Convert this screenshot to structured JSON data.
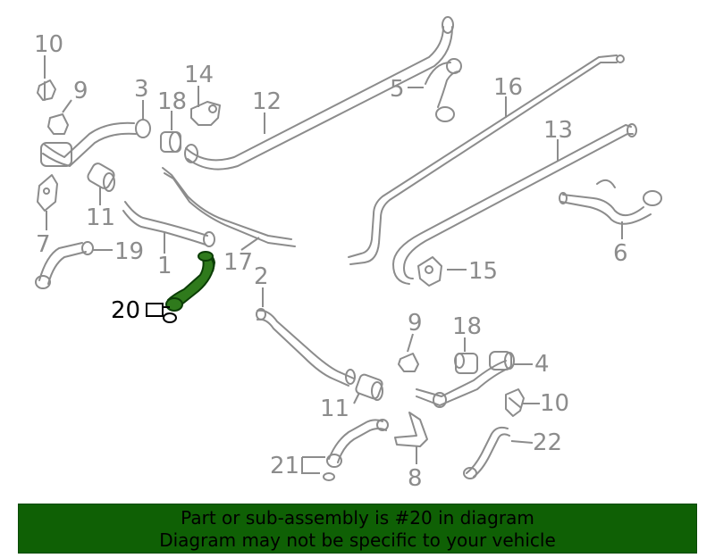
{
  "colors": {
    "part_stroke": "#8c8c8c",
    "highlight_fill": "#2f7a1c",
    "highlight_stroke": "#0b3d06",
    "banner_background": "#0f6005",
    "banner_text": "#000000"
  },
  "callouts": {
    "c10a": "10",
    "c9a": "9",
    "c3": "3",
    "c18a": "18",
    "c14": "14",
    "c12": "12",
    "c5": "5",
    "c16": "16",
    "c13": "13",
    "c11a": "11",
    "c7": "7",
    "c19": "19",
    "c1": "1",
    "c17": "17",
    "c6": "6",
    "c15": "15",
    "c20": "20",
    "c2": "2",
    "c9b": "9",
    "c18b": "18",
    "c4": "4",
    "c10b": "10",
    "c11b": "11",
    "c22": "22",
    "c21": "21",
    "c8": "8"
  },
  "highlighted_part": "20",
  "banner": {
    "line1": "Part or sub-assembly is #20 in diagram",
    "line2": "Diagram may not be specific to your vehicle"
  }
}
